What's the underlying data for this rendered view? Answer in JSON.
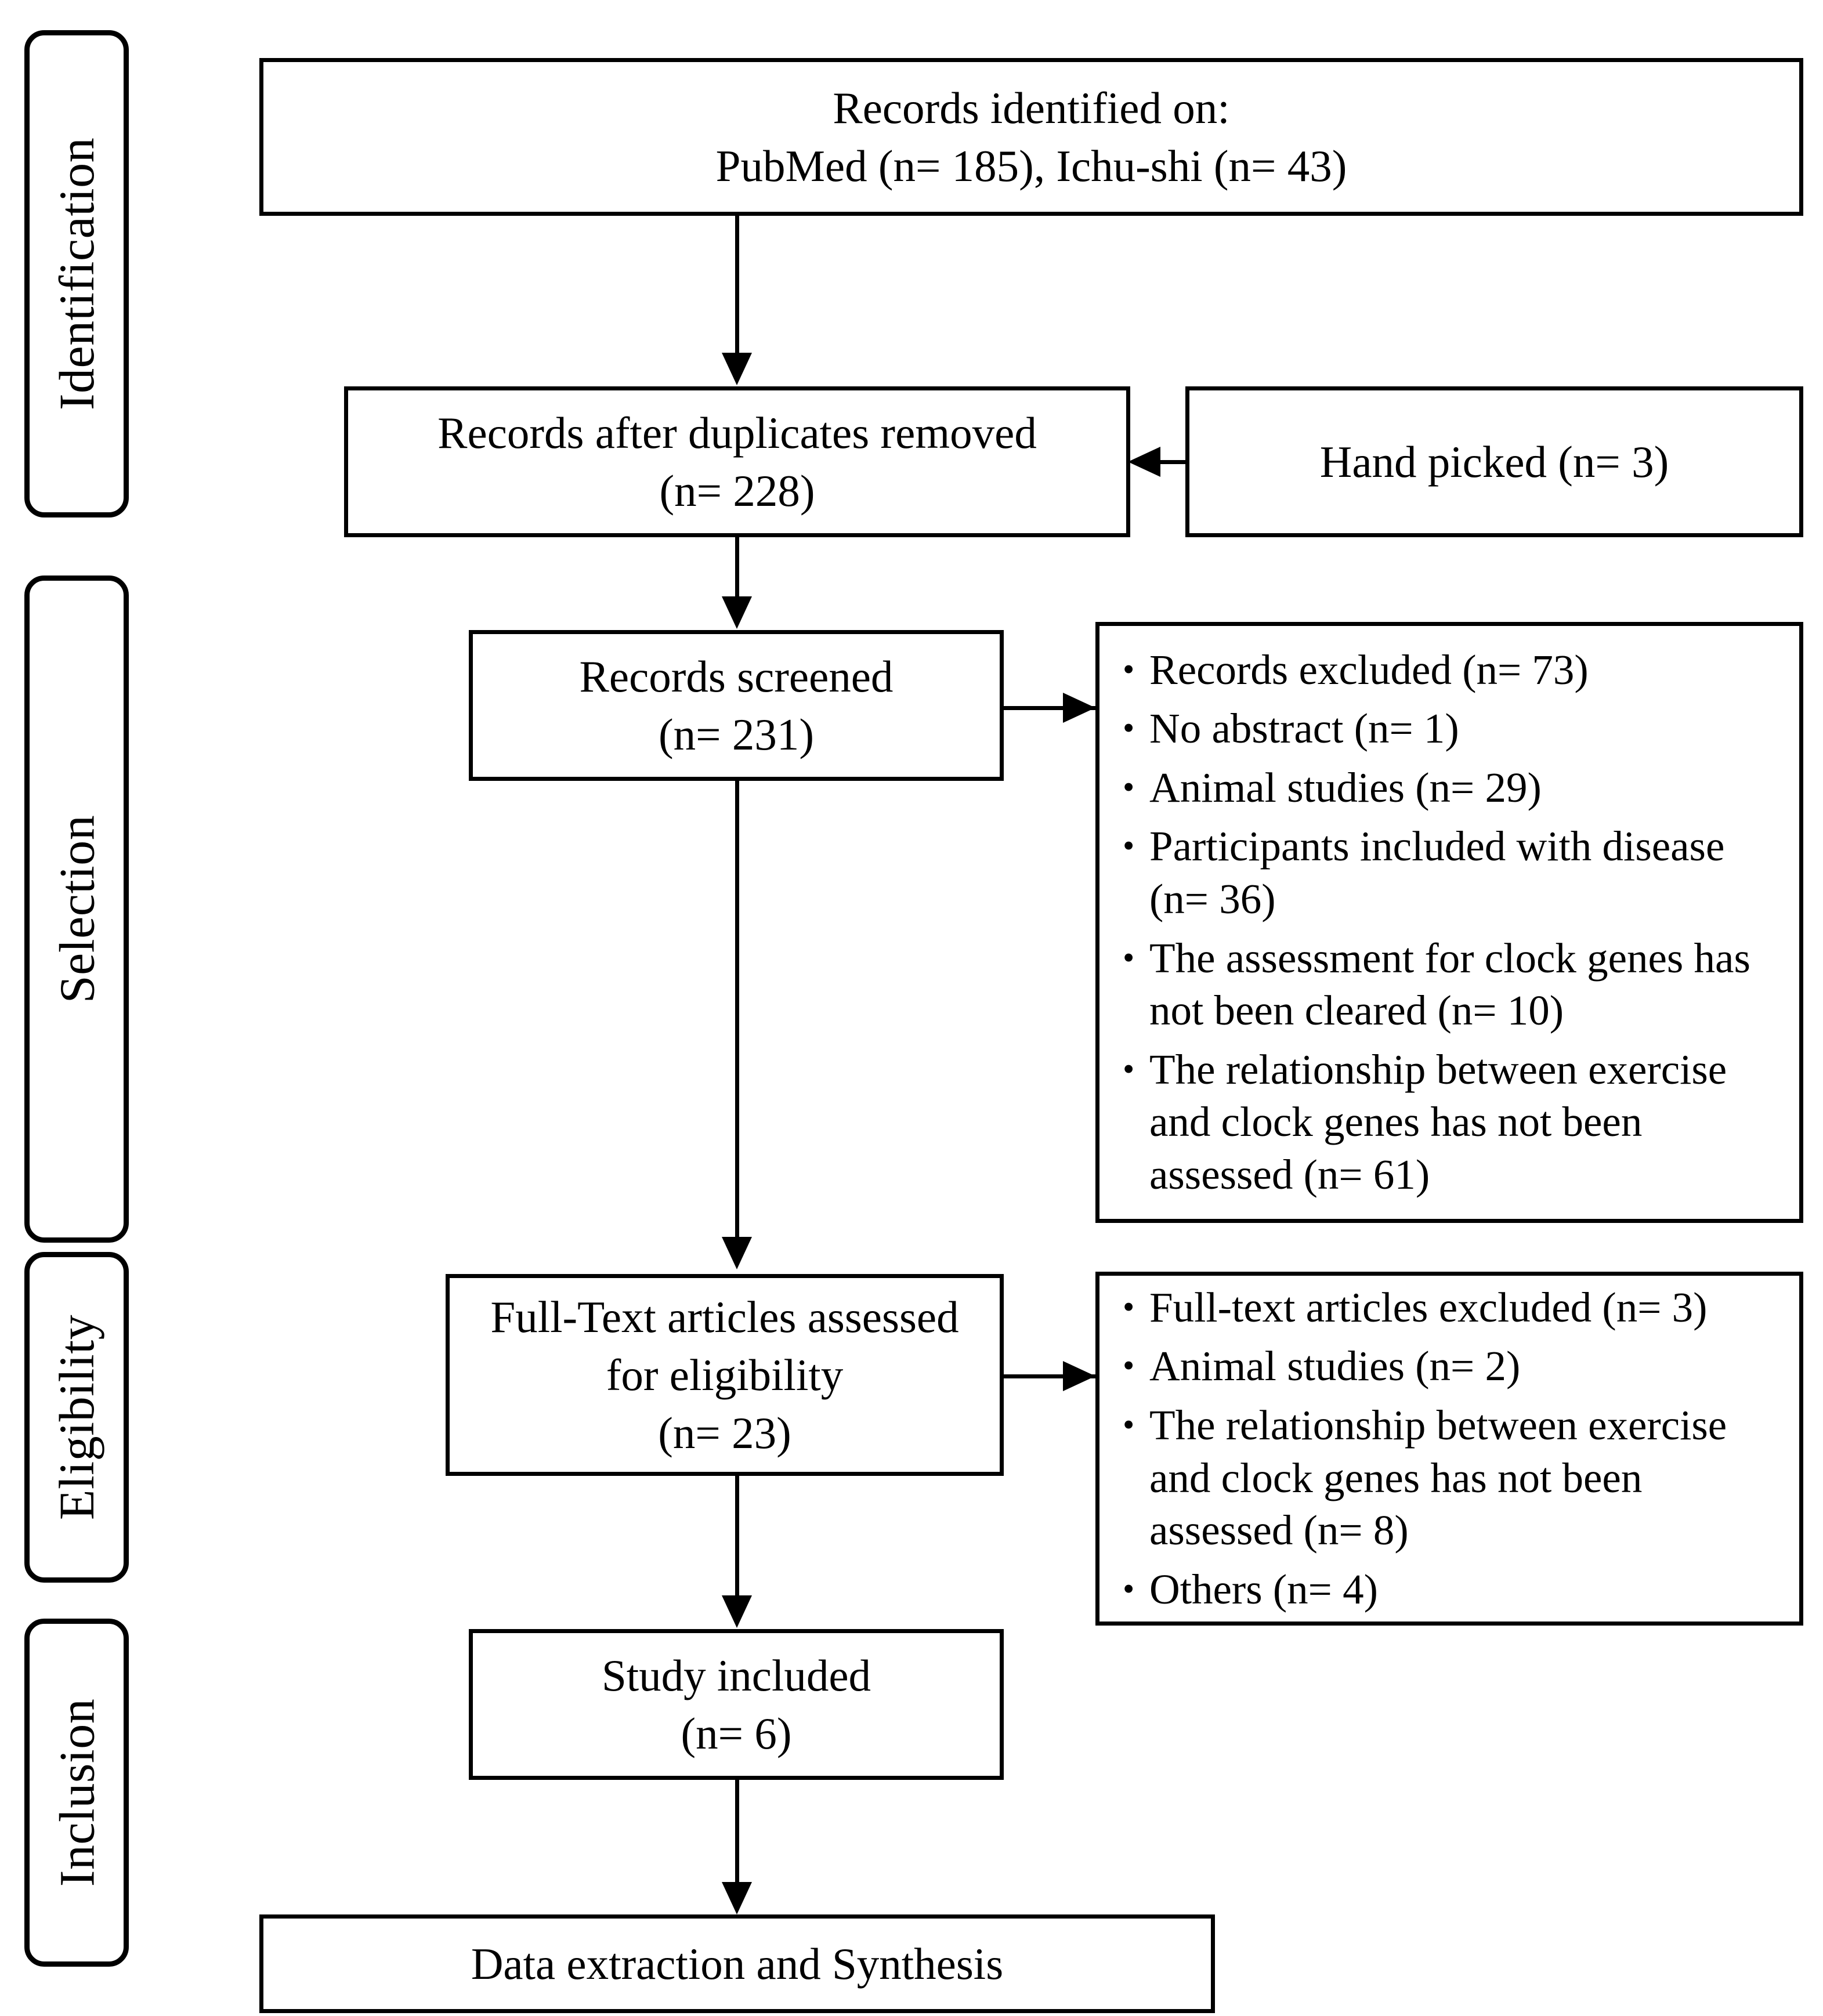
{
  "diagram": {
    "type": "prisma-flow-diagram",
    "title": "PRISMA study selection flow diagram"
  },
  "stages": [
    {
      "key": "identification",
      "label": "Identification"
    },
    {
      "key": "selection",
      "label": "Selection"
    },
    {
      "key": "eligibility",
      "label": "Eligibility"
    },
    {
      "key": "inclusion",
      "label": "Inclusion"
    }
  ],
  "boxes": {
    "records_identified": {
      "line1": "Records identified on:",
      "line2": "PubMed (n= 185), Ichu-shi (n= 43)"
    },
    "records_after_duplicates": {
      "line1": "Records after duplicates removed",
      "line2": "(n= 228)"
    },
    "hand_picked": {
      "line1": "Hand picked (n= 3)"
    },
    "records_screened": {
      "line1": "Records screened",
      "line2": "(n= 231)"
    },
    "full_text_assessed": {
      "line1": "Full-Text articles assessed",
      "line2": "for eligibility",
      "line3": "(n= 23)"
    },
    "study_included": {
      "line1": "Study included",
      "line2": "(n= 6)"
    },
    "data_extraction": {
      "line1": "Data extraction and Synthesis"
    }
  },
  "exclusions_screening": {
    "items": [
      "Records excluded (n= 73)",
      "No abstract (n= 1)",
      "Animal studies (n= 29)",
      "Participants included with disease (n= 36)",
      "The assessment for clock genes has not been cleared (n= 10)",
      "The relationship between exercise and clock genes has not been assessed (n= 61)"
    ]
  },
  "exclusions_fulltext": {
    "items": [
      "Full-text articles excluded (n= 3)",
      "Animal studies (n= 2)",
      "The relationship between exercise and clock genes has not been assessed (n= 8)",
      "Others (n= 4)"
    ]
  },
  "counts": {
    "pubmed": 185,
    "ichushi": 43,
    "after_duplicates": 228,
    "hand_picked": 3,
    "screened": 231,
    "records_excluded": 73,
    "no_abstract": 1,
    "animal_studies_screening": 29,
    "participants_with_disease": 36,
    "clock_gene_assessment_not_cleared": 10,
    "relationship_not_assessed_screening": 61,
    "full_text_assessed": 23,
    "full_text_excluded": 3,
    "animal_studies_fulltext": 2,
    "relationship_not_assessed_fulltext": 8,
    "others": 4,
    "studies_included": 6
  },
  "colors": {
    "stroke": "#000000",
    "fill": "#ffffff",
    "text": "#000000"
  }
}
